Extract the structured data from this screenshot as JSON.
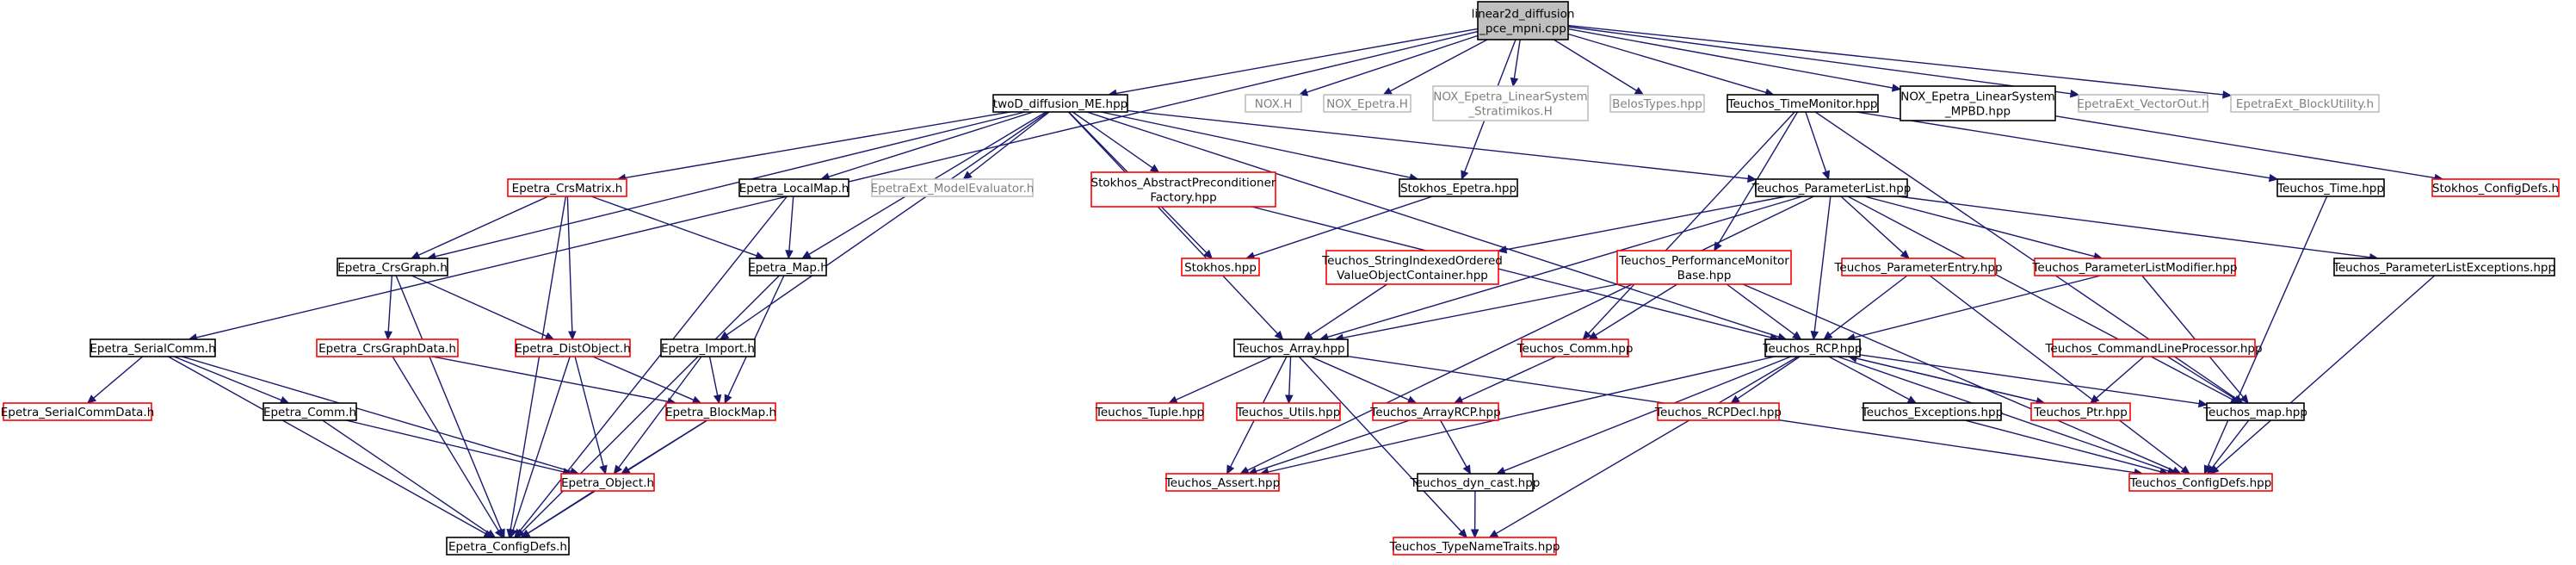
{
  "colors": {
    "edge": "#191970",
    "edge_text": "#000000",
    "border_normal": "#000000",
    "border_missing": "#ff0000",
    "border_external": "#bfbfbf",
    "fill_root": "#bfbfbf",
    "fill": "#ffffff",
    "text_external": "#7f7f7f"
  },
  "nodes": [
    {
      "id": "root",
      "lines": [
        "linear2d_diffusion",
        "_pce_mpni.cpp"
      ],
      "style": "root"
    },
    {
      "id": "twoD",
      "lines": [
        "twoD_diffusion_ME.hpp"
      ],
      "style": "normal"
    },
    {
      "id": "noxH",
      "lines": [
        "NOX.H"
      ],
      "style": "external"
    },
    {
      "id": "noxEpetra",
      "lines": [
        "NOX_Epetra.H"
      ],
      "style": "external"
    },
    {
      "id": "noxStrat",
      "lines": [
        "NOX_Epetra_LinearSystem",
        "_Stratimikos.H"
      ],
      "style": "external"
    },
    {
      "id": "belos",
      "lines": [
        "BelosTypes.hpp"
      ],
      "style": "external"
    },
    {
      "id": "timeMon",
      "lines": [
        "Teuchos_TimeMonitor.hpp"
      ],
      "style": "normal"
    },
    {
      "id": "noxMPBD",
      "lines": [
        "NOX_Epetra_LinearSystem",
        "_MPBD.hpp"
      ],
      "style": "normal"
    },
    {
      "id": "vecOut",
      "lines": [
        "EpetraExt_VectorOut.h"
      ],
      "style": "external"
    },
    {
      "id": "blockUtil",
      "lines": [
        "EpetraExt_BlockUtility.h"
      ],
      "style": "external"
    },
    {
      "id": "crsMatrix",
      "lines": [
        "Epetra_CrsMatrix.h"
      ],
      "style": "missing"
    },
    {
      "id": "localMap",
      "lines": [
        "Epetra_LocalMap.h"
      ],
      "style": "normal"
    },
    {
      "id": "modelEval",
      "lines": [
        "EpetraExt_ModelEvaluator.h"
      ],
      "style": "external"
    },
    {
      "id": "stokAbs",
      "lines": [
        "Stokhos_AbstractPreconditioner",
        "Factory.hpp"
      ],
      "style": "missing"
    },
    {
      "id": "stokEpetra",
      "lines": [
        "Stokhos_Epetra.hpp"
      ],
      "style": "normal"
    },
    {
      "id": "paramList",
      "lines": [
        "Teuchos_ParameterList.hpp"
      ],
      "style": "normal"
    },
    {
      "id": "teuchosTime",
      "lines": [
        "Teuchos_Time.hpp"
      ],
      "style": "normal"
    },
    {
      "id": "stokConfig",
      "lines": [
        "Stokhos_ConfigDefs.h"
      ],
      "style": "missing"
    },
    {
      "id": "crsGraph",
      "lines": [
        "Epetra_CrsGraph.h"
      ],
      "style": "normal"
    },
    {
      "id": "epetraMap",
      "lines": [
        "Epetra_Map.h"
      ],
      "style": "normal"
    },
    {
      "id": "stokhos",
      "lines": [
        "Stokhos.hpp"
      ],
      "style": "missing"
    },
    {
      "id": "strIdx",
      "lines": [
        "Teuchos_StringIndexedOrdered",
        "ValueObjectContainer.hpp"
      ],
      "style": "missing"
    },
    {
      "id": "perfMon",
      "lines": [
        "Teuchos_PerformanceMonitor",
        "Base.hpp"
      ],
      "style": "missing"
    },
    {
      "id": "paramEntry",
      "lines": [
        "Teuchos_ParameterEntry.hpp"
      ],
      "style": "missing"
    },
    {
      "id": "paramMod",
      "lines": [
        "Teuchos_ParameterListModifier.hpp"
      ],
      "style": "missing"
    },
    {
      "id": "paramExc",
      "lines": [
        "Teuchos_ParameterListExceptions.hpp"
      ],
      "style": "normal"
    },
    {
      "id": "serialComm",
      "lines": [
        "Epetra_SerialComm.h"
      ],
      "style": "normal"
    },
    {
      "id": "crsGraphData",
      "lines": [
        "Epetra_CrsGraphData.h"
      ],
      "style": "missing"
    },
    {
      "id": "distObj",
      "lines": [
        "Epetra_DistObject.h"
      ],
      "style": "missing"
    },
    {
      "id": "epImport",
      "lines": [
        "Epetra_Import.h"
      ],
      "style": "normal"
    },
    {
      "id": "tArray",
      "lines": [
        "Teuchos_Array.hpp"
      ],
      "style": "normal"
    },
    {
      "id": "tComm",
      "lines": [
        "Teuchos_Comm.hpp"
      ],
      "style": "missing"
    },
    {
      "id": "tRCP",
      "lines": [
        "Teuchos_RCP.hpp"
      ],
      "style": "normal"
    },
    {
      "id": "cmdLine",
      "lines": [
        "Teuchos_CommandLineProcessor.hpp"
      ],
      "style": "missing"
    },
    {
      "id": "serialCommData",
      "lines": [
        "Epetra_SerialCommData.h"
      ],
      "style": "missing"
    },
    {
      "id": "epComm",
      "lines": [
        "Epetra_Comm.h"
      ],
      "style": "normal"
    },
    {
      "id": "blockMap",
      "lines": [
        "Epetra_BlockMap.h"
      ],
      "style": "missing"
    },
    {
      "id": "tTuple",
      "lines": [
        "Teuchos_Tuple.hpp"
      ],
      "style": "missing"
    },
    {
      "id": "tUtils",
      "lines": [
        "Teuchos_Utils.hpp"
      ],
      "style": "missing"
    },
    {
      "id": "arrayRCP",
      "lines": [
        "Teuchos_ArrayRCP.hpp"
      ],
      "style": "missing"
    },
    {
      "id": "rcpDecl",
      "lines": [
        "Teuchos_RCPDecl.hpp"
      ],
      "style": "missing"
    },
    {
      "id": "tExc",
      "lines": [
        "Teuchos_Exceptions.hpp"
      ],
      "style": "normal"
    },
    {
      "id": "tPtr",
      "lines": [
        "Teuchos_Ptr.hpp"
      ],
      "style": "missing"
    },
    {
      "id": "tMap",
      "lines": [
        "Teuchos_map.hpp"
      ],
      "style": "normal"
    },
    {
      "id": "epObject",
      "lines": [
        "Epetra_Object.h"
      ],
      "style": "missing"
    },
    {
      "id": "tAssert",
      "lines": [
        "Teuchos_Assert.hpp"
      ],
      "style": "missing"
    },
    {
      "id": "dynCast",
      "lines": [
        "Teuchos_dyn_cast.hpp"
      ],
      "style": "normal"
    },
    {
      "id": "tConfig",
      "lines": [
        "Teuchos_ConfigDefs.hpp"
      ],
      "style": "missing"
    },
    {
      "id": "epConfig",
      "lines": [
        "Epetra_ConfigDefs.h"
      ],
      "style": "normal"
    },
    {
      "id": "typeName",
      "lines": [
        "Teuchos_TypeNameTraits.hpp"
      ],
      "style": "missing"
    }
  ],
  "edges": [
    [
      "root",
      "twoD"
    ],
    [
      "root",
      "noxH"
    ],
    [
      "root",
      "noxEpetra"
    ],
    [
      "root",
      "noxStrat"
    ],
    [
      "root",
      "belos"
    ],
    [
      "root",
      "timeMon"
    ],
    [
      "root",
      "noxMPBD"
    ],
    [
      "root",
      "vecOut"
    ],
    [
      "root",
      "blockUtil"
    ],
    [
      "root",
      "serialComm"
    ],
    [
      "root",
      "stokEpetra"
    ],
    [
      "twoD",
      "crsMatrix"
    ],
    [
      "twoD",
      "localMap"
    ],
    [
      "twoD",
      "modelEval"
    ],
    [
      "twoD",
      "stokAbs"
    ],
    [
      "twoD",
      "stokEpetra"
    ],
    [
      "twoD",
      "paramList"
    ],
    [
      "twoD",
      "crsGraph"
    ],
    [
      "twoD",
      "epetraMap"
    ],
    [
      "twoD",
      "epImport"
    ],
    [
      "twoD",
      "tArray"
    ],
    [
      "twoD",
      "tRCP"
    ],
    [
      "twoD",
      "stokhos"
    ],
    [
      "timeMon",
      "paramList"
    ],
    [
      "timeMon",
      "teuchosTime"
    ],
    [
      "timeMon",
      "perfMon"
    ],
    [
      "timeMon",
      "tComm"
    ],
    [
      "timeMon",
      "tMap"
    ],
    [
      "noxMPBD",
      "stokConfig"
    ],
    [
      "crsMatrix",
      "crsGraph"
    ],
    [
      "crsMatrix",
      "epetraMap"
    ],
    [
      "crsMatrix",
      "distObj"
    ],
    [
      "crsMatrix",
      "epConfig"
    ],
    [
      "localMap",
      "epetraMap"
    ],
    [
      "localMap",
      "epConfig"
    ],
    [
      "stokAbs",
      "tRCP"
    ],
    [
      "stokEpetra",
      "stokhos"
    ],
    [
      "paramList",
      "strIdx"
    ],
    [
      "paramList",
      "paramEntry"
    ],
    [
      "paramList",
      "paramMod"
    ],
    [
      "paramList",
      "paramExc"
    ],
    [
      "paramList",
      "tArray"
    ],
    [
      "paramList",
      "tRCP"
    ],
    [
      "paramList",
      "tAssert"
    ],
    [
      "paramList",
      "tMap"
    ],
    [
      "teuchosTime",
      "tConfig"
    ],
    [
      "crsGraph",
      "crsGraphData"
    ],
    [
      "crsGraph",
      "distObj"
    ],
    [
      "crsGraph",
      "epConfig"
    ],
    [
      "epetraMap",
      "blockMap"
    ],
    [
      "epetraMap",
      "epConfig"
    ],
    [
      "strIdx",
      "tArray"
    ],
    [
      "perfMon",
      "tArray"
    ],
    [
      "perfMon",
      "tComm"
    ],
    [
      "perfMon",
      "tRCP"
    ],
    [
      "perfMon",
      "tConfig"
    ],
    [
      "paramEntry",
      "tRCP"
    ],
    [
      "paramEntry",
      "tConfig"
    ],
    [
      "paramMod",
      "tRCP"
    ],
    [
      "paramMod",
      "tMap"
    ],
    [
      "paramExc",
      "tConfig"
    ],
    [
      "serialComm",
      "serialCommData"
    ],
    [
      "serialComm",
      "epComm"
    ],
    [
      "serialComm",
      "epObject"
    ],
    [
      "serialComm",
      "epConfig"
    ],
    [
      "crsGraphData",
      "blockMap"
    ],
    [
      "crsGraphData",
      "epConfig"
    ],
    [
      "distObj",
      "blockMap"
    ],
    [
      "distObj",
      "epObject"
    ],
    [
      "distObj",
      "epConfig"
    ],
    [
      "epImport",
      "blockMap"
    ],
    [
      "epImport",
      "epObject"
    ],
    [
      "tArray",
      "tTuple"
    ],
    [
      "tArray",
      "tUtils"
    ],
    [
      "tArray",
      "arrayRCP"
    ],
    [
      "tArray",
      "tAssert"
    ],
    [
      "tArray",
      "tConfig"
    ],
    [
      "tArray",
      "typeName"
    ],
    [
      "tComm",
      "arrayRCP"
    ],
    [
      "tRCP",
      "rcpDecl"
    ],
    [
      "tRCP",
      "tExc"
    ],
    [
      "tRCP",
      "tPtr"
    ],
    [
      "tRCP",
      "tMap"
    ],
    [
      "tRCP",
      "tAssert"
    ],
    [
      "tRCP",
      "dynCast"
    ],
    [
      "tRCP",
      "typeName"
    ],
    [
      "tRCP",
      "tConfig"
    ],
    [
      "cmdLine",
      "tPtr"
    ],
    [
      "cmdLine",
      "tMap"
    ],
    [
      "epComm",
      "epObject"
    ],
    [
      "epComm",
      "epConfig"
    ],
    [
      "blockMap",
      "epObject"
    ],
    [
      "blockMap",
      "epConfig"
    ],
    [
      "arrayRCP",
      "tAssert"
    ],
    [
      "arrayRCP",
      "dynCast"
    ],
    [
      "tExc",
      "tConfig"
    ],
    [
      "tPtr",
      "tRCP"
    ],
    [
      "tMap",
      "tConfig"
    ],
    [
      "epObject",
      "epConfig"
    ],
    [
      "dynCast",
      "typeName"
    ]
  ]
}
